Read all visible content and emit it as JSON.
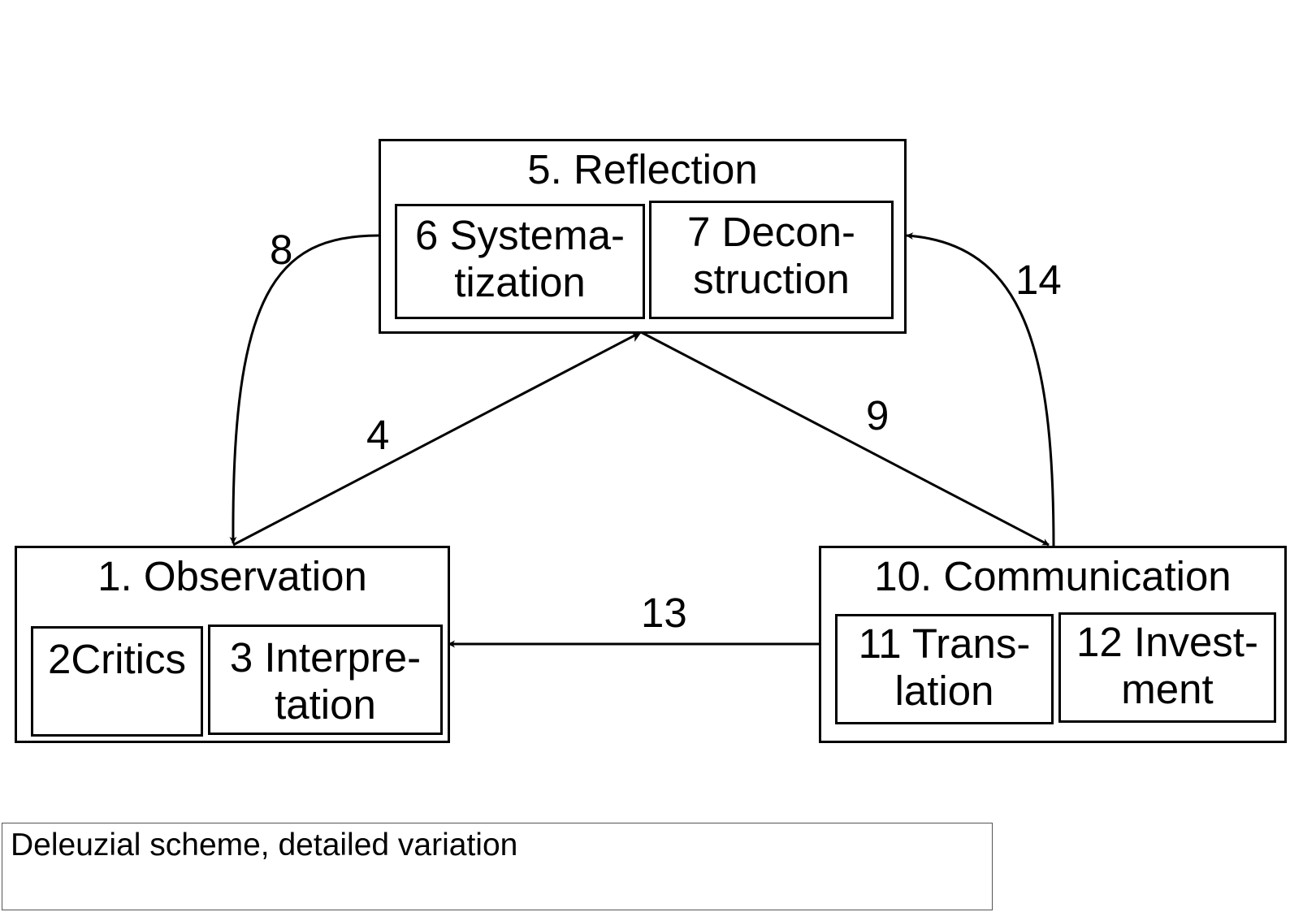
{
  "nodes": {
    "reflection": {
      "title": "5. Reflection",
      "systematization": [
        "6 Systema-",
        "tization"
      ],
      "deconstruction": [
        "7 Decon-",
        "struction"
      ]
    },
    "observation": {
      "title": "1. Observation",
      "critics": [
        "2Critics"
      ],
      "interpretation": [
        "3 Interpre-",
        "tation"
      ]
    },
    "communication": {
      "title": "10. Communication",
      "translation": [
        "11 Trans-",
        "lation"
      ],
      "investment": [
        "12 Invest-",
        "ment"
      ]
    }
  },
  "edges": [
    {
      "label": "4",
      "from": "1. Observation",
      "to": "5. Reflection"
    },
    {
      "label": "8",
      "from": "5. Reflection",
      "to": "1. Observation"
    },
    {
      "label": "9",
      "from": "5. Reflection",
      "to": "10. Communication"
    },
    {
      "label": "13",
      "from": "10. Communication",
      "to": "1. Observation"
    },
    {
      "label": "14",
      "from": "10. Communication",
      "to": "5. Reflection"
    }
  ],
  "caption": "Deleuzial scheme, detailed variation"
}
